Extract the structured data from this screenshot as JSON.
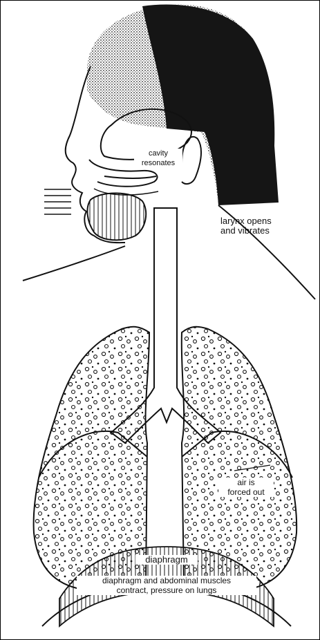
{
  "labels": {
    "cavity_line1": "cavity",
    "cavity_line2": "resonates",
    "larynx_line1": "larynx opens",
    "larynx_line2": "and vibrates",
    "air_line1": "air is",
    "air_line2": "forced out",
    "diaphragm": "diaphragm",
    "diaphragm_caption_line1": "diaphragm and abdominal muscles",
    "diaphragm_caption_line2": "contract, pressure on lungs"
  },
  "colors": {
    "ink": "#111111",
    "hair": "#151515",
    "background": "#ffffff"
  }
}
